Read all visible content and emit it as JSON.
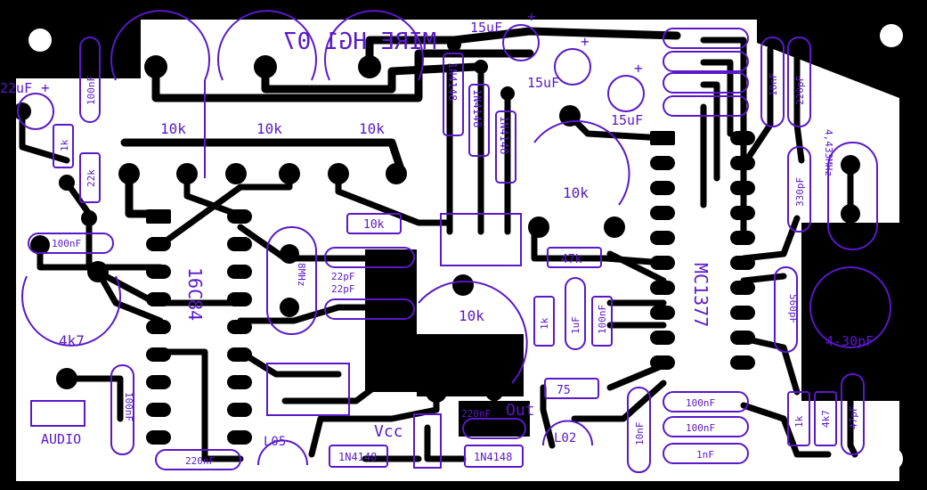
{
  "board": {
    "title": "MIRE HG1 07",
    "colors": {
      "background": "#000000",
      "copper_free": "#ffffff",
      "silkscreen": "#5a18c8"
    }
  },
  "labels": {
    "pot_left": "10k",
    "pot_mid": "10k",
    "pot_right": "10k",
    "pot_center": "10k",
    "pot_lower": "10k",
    "pot_4k7": "4k7",
    "cap_15uf_top": "15uF",
    "cap_15uf_mid": "15uF",
    "cap_15uf_right": "15uF",
    "cap_22uf": "22uF",
    "cap_100nf_top": "100nF",
    "cap_100nf_left": "100nF",
    "res_1k_left": "1k",
    "res_22k": "22k",
    "res_10k_mid": "10k",
    "res_47k": "47k",
    "res_1k_mid": "1k",
    "res_1k_right": "1k",
    "res_4k7": "4k7",
    "res_75": "75",
    "res_1k_vert": "1k",
    "chip_pic": "16C84",
    "chip_mc": "MC1377",
    "crystal_8mhz": "8MHz",
    "crystal_443": "4,433MHz",
    "cap_22pf_a": "22pF",
    "cap_22pf_b": "22pF",
    "cap_10nf_top": "10nF",
    "cap_220pf_top": "220pF",
    "cap_330pf": "330pF",
    "cap_560pf": "560pF",
    "cap_trim": "4-30pF",
    "cap_47pf": "47pF",
    "cap_220nf_bottom": "220nF",
    "cap_220nf_out": "220nF",
    "cap_10nf_bottom": "10nF",
    "cap_100nf_b1": "100nF",
    "cap_100nf_b2": "100nF",
    "cap_1nf": "1nF",
    "cap_100nf_mid": "100nF",
    "cap_100nf_small": "100nF",
    "cap_1uf": "1uF",
    "diode_a": "1N4148",
    "diode_b": "1N4148",
    "diode_c": "1N4148",
    "diode_d": "1N4148",
    "diode_e": "1N4148",
    "reg": "L05",
    "reg_l02": "L02",
    "vcc": "Vcc",
    "out": "Out",
    "audio": "AUDIO",
    "plus": "+"
  }
}
